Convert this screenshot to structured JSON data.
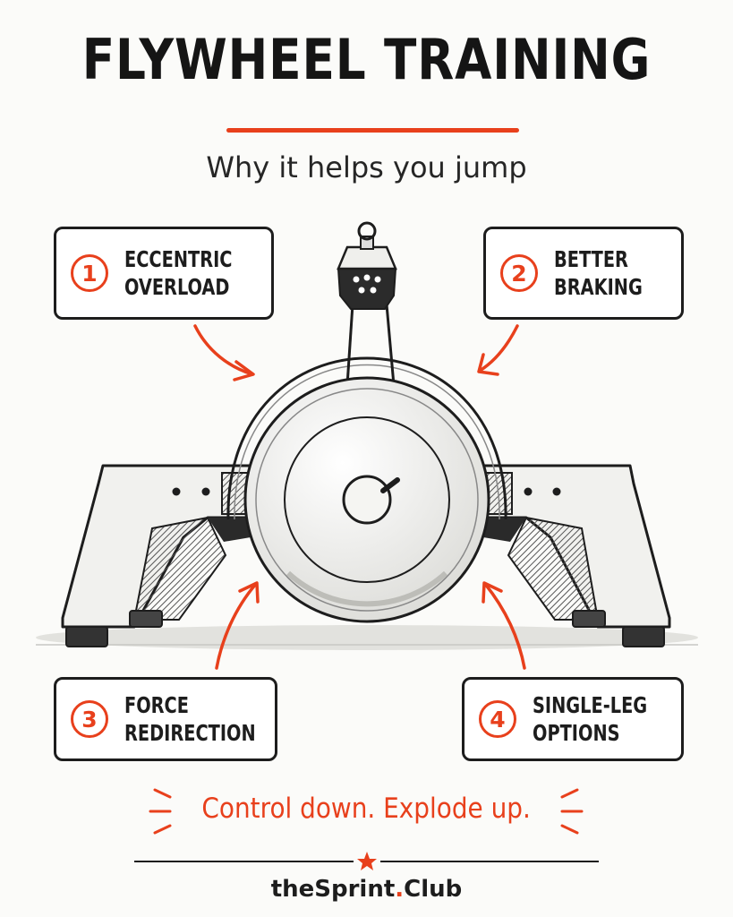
{
  "title": "FLYWHEEL TRAINING",
  "subtitle": "Why it helps you jump",
  "callouts": [
    {
      "number": "1",
      "line1": "ECCENTRIC",
      "line2": "OVERLOAD"
    },
    {
      "number": "2",
      "line1": "BETTER",
      "line2": "BRAKING"
    },
    {
      "number": "3",
      "line1": "FORCE",
      "line2": "REDIRECTION"
    },
    {
      "number": "4",
      "line1": "SINGLE-LEG",
      "line2": "OPTIONS"
    }
  ],
  "tagline": "Control down. Explode up.",
  "brand": {
    "pre": "theSprint",
    "dot": ".",
    "post": "Club"
  },
  "colors": {
    "accent": "#e8401c",
    "ink": "#1d1d1d",
    "background": "#fbfbf9"
  }
}
